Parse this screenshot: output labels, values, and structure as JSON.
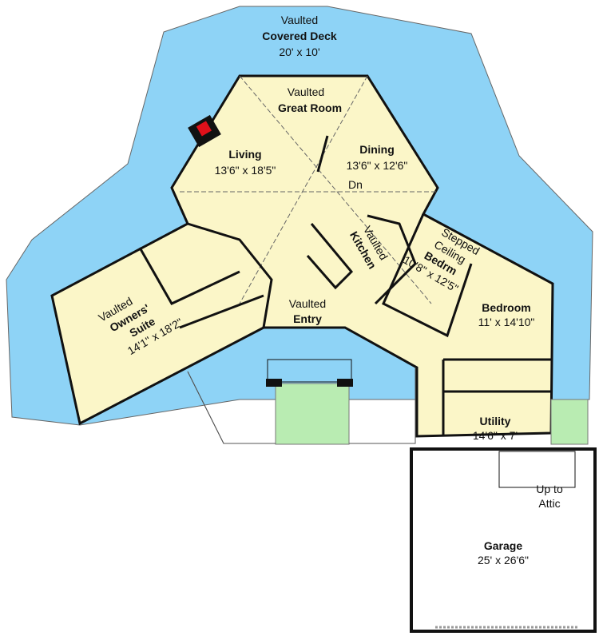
{
  "colors": {
    "deck": "#8ed3f6",
    "floor": "#fbf6c8",
    "patio": "#b9ecb2",
    "wall": "#111111",
    "fireplace": "#e0101a"
  },
  "rooms": {
    "deck": {
      "line1": "Vaulted",
      "name": "Covered Deck",
      "size": "20' x 10'"
    },
    "great_room": {
      "line1": "Vaulted",
      "name": "Great Room"
    },
    "living": {
      "name": "Living",
      "size": "13'6\" x 18'5\""
    },
    "dining": {
      "name": "Dining",
      "size": "13'6\" x 12'6\""
    },
    "stairs": {
      "label": "Dn"
    },
    "kitchen": {
      "line1": "Vaulted",
      "name": "Kitchen"
    },
    "bedrm": {
      "line1": "Stepped",
      "line2": "Ceiling",
      "name": "Bedrm",
      "size": "10'8\" x 12'5\""
    },
    "bedroom": {
      "name": "Bedroom",
      "size": "11' x 14'10\""
    },
    "owners": {
      "line1": "Vaulted",
      "name1": "Owners'",
      "name2": "Suite",
      "size": "14'1\" x 18'2\""
    },
    "entry": {
      "line1": "Vaulted",
      "name": "Entry"
    },
    "utility": {
      "name": "Utility",
      "size": "14'6\" x 7'"
    },
    "attic": {
      "line1": "Up to",
      "line2": "Attic"
    },
    "garage": {
      "name": "Garage",
      "size": "25' x 26'6\""
    }
  }
}
